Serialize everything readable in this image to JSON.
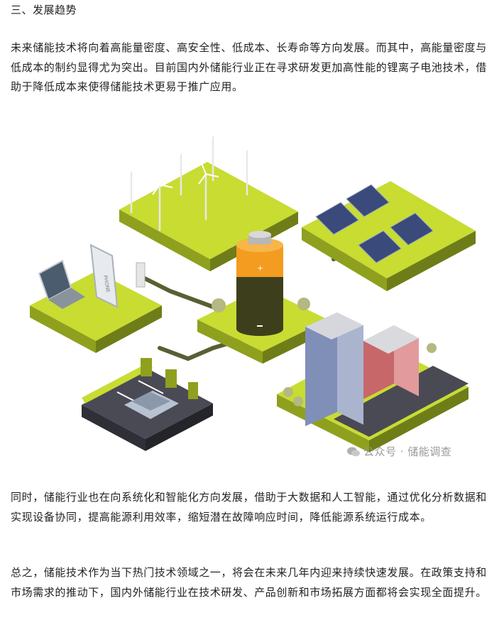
{
  "section": {
    "heading": "三、发展趋势"
  },
  "paragraphs": {
    "p1": "未来储能技术将向着高能量密度、高安全性、低成本、长寿命等方向发展。而其中，高能量密度与低成本的制约显得尤为突出。目前国内外储能行业正在寻求研发更加高性能的锂离子电池技术，借助于降低成本来使得储能技术更易于推广应用。",
    "p2": "同时，储能行业也在向系统化和智能化方向发展，借助于大数据和人工智能，通过优化分析数据和实现设备协同，提高能源利用效率，缩短潜在故障响应时间，降低能源系统运行成本。",
    "p3": "总之，储能技术作为当下热门技术领域之一，将会在未来几年内迎来持续快速发展。在政策支持和市场需求的推动下，国内外储能行业在技术研发、产品创新和市场拓展方面都将会实现全面提升。"
  },
  "figure": {
    "phone_label": "PHONE",
    "watermark": "公众号 · 储能调查"
  },
  "colors": {
    "grass": "#c8dc32",
    "grass_side": "#8fa01e",
    "soil": "#5a6320",
    "battery_orange": "#f39c1f",
    "battery_dark": "#3d3f1c",
    "road": "#4a4a55",
    "cable": "#5a5f34"
  }
}
